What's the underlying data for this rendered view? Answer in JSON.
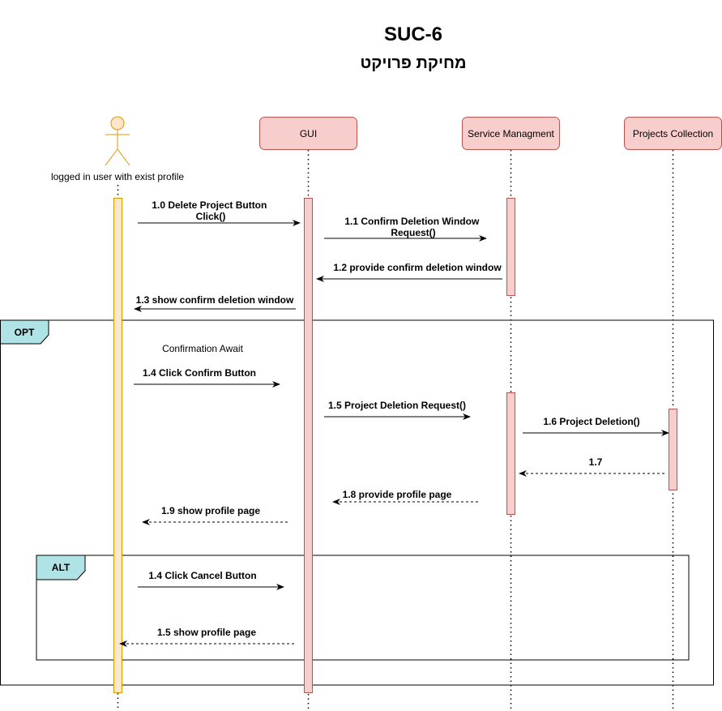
{
  "title": "SUC-6",
  "subtitle": "מחיקת פרויקט",
  "actor": {
    "label": "logged in user with exist profile"
  },
  "participants": [
    {
      "id": "gui",
      "label": "GUI"
    },
    {
      "id": "service",
      "label": "Service Managment"
    },
    {
      "id": "projects",
      "label": "Projects Collection"
    }
  ],
  "frames": {
    "opt": {
      "label": "OPT",
      "note": "Confirmation Await"
    },
    "alt": {
      "label": "ALT"
    }
  },
  "messages": [
    {
      "label_lines": [
        "1.0 Delete Project Button",
        "Click()"
      ],
      "dashed": false
    },
    {
      "label_lines": [
        "1.1 Confirm Deletion Window",
        "Request()"
      ],
      "dashed": false
    },
    {
      "label_lines": [
        "1.2 provide confirm deletion window"
      ],
      "dashed": false
    },
    {
      "label_lines": [
        "1.3 show confirm deletion window"
      ],
      "dashed": false
    },
    {
      "label_lines": [
        "1.4 Click Confirm Button"
      ],
      "dashed": false
    },
    {
      "label_lines": [
        "1.5 Project Deletion Request()"
      ],
      "dashed": false
    },
    {
      "label_lines": [
        "1.6 Project Deletion()"
      ],
      "dashed": false
    },
    {
      "label_lines": [
        "1.7"
      ],
      "dashed": true
    },
    {
      "label_lines": [
        "1.8 provide profile page"
      ],
      "dashed": true
    },
    {
      "label_lines": [
        "1.9 show profile page"
      ],
      "dashed": true
    },
    {
      "label_lines": [
        "1.4 Click Cancel Button"
      ],
      "dashed": false
    },
    {
      "label_lines": [
        "1.5 show profile page"
      ],
      "dashed": true
    }
  ],
  "colors": {
    "participant_fill": "#f8cecc",
    "participant_stroke": "#b85450",
    "actor_fill": "#ffe6cc",
    "actor_stroke": "#d79b00",
    "frame_tab_fill": "#b0e3e6",
    "frame_stroke": "#000000"
  }
}
